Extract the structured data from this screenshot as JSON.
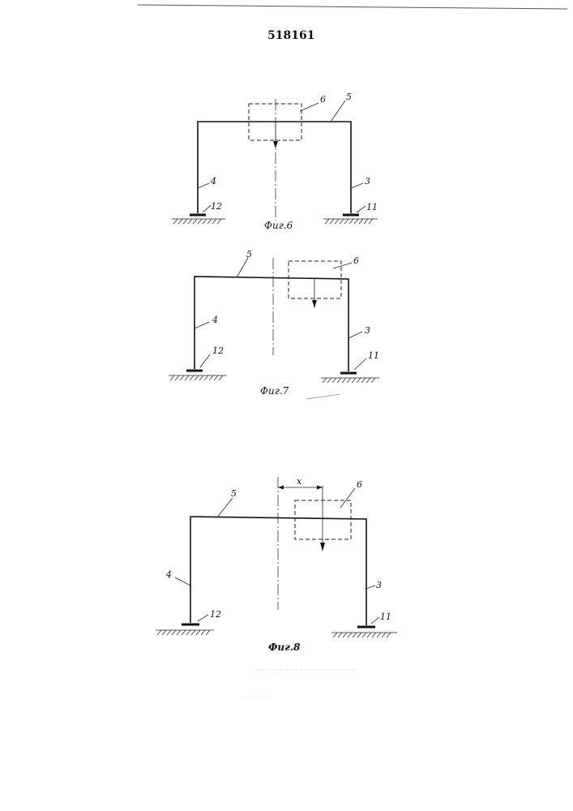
{
  "patent_number": "518161",
  "figures": [
    {
      "caption": "Фиг.6",
      "labels": {
        "beam": "5",
        "load_box": "6",
        "left_column": "4",
        "right_column": "3",
        "left_support": "12",
        "right_support": "11"
      }
    },
    {
      "caption": "Фиг.7",
      "labels": {
        "beam": "5",
        "load_box": "6",
        "left_column": "4",
        "right_column": "3",
        "left_support": "12",
        "right_support": "11"
      }
    },
    {
      "caption": "Фиг.8",
      "labels": {
        "beam": "5",
        "load_box": "6",
        "left_column": "4",
        "right_column": "3",
        "left_support": "12",
        "right_support": "11",
        "offset": "x"
      }
    }
  ]
}
